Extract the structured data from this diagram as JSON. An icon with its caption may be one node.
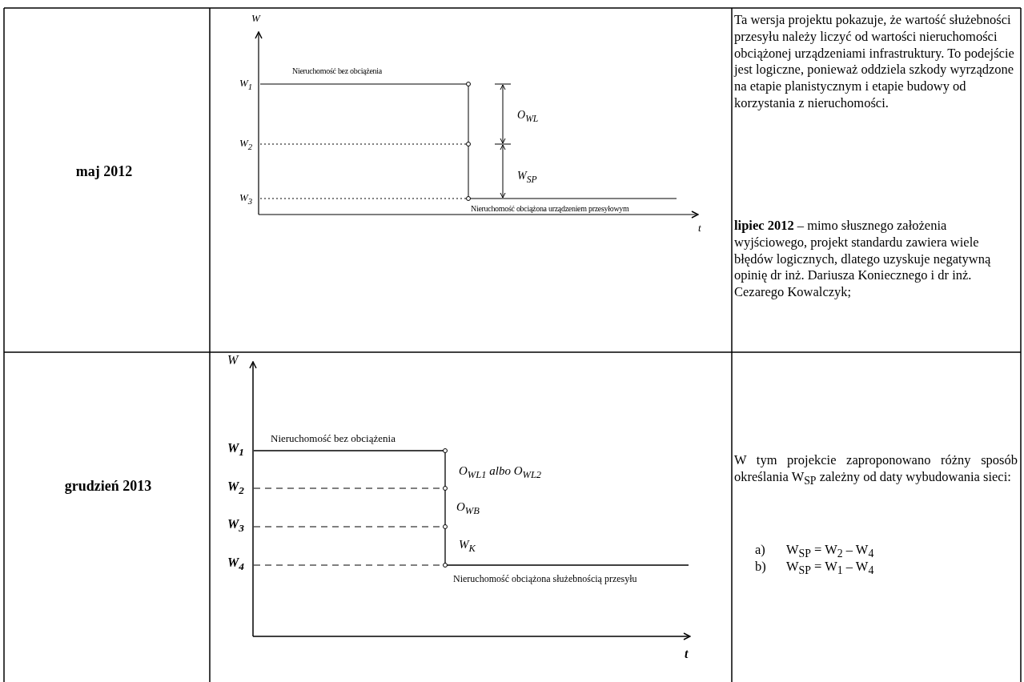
{
  "diagram": {
    "labels": [
      "maj 2012",
      "W",
      "Nieruchomość bez obciążenia",
      "W$_{1}$",
      "O$_{WL}$",
      "W$_{2}$",
      "W$_{SP}$",
      "W$_{3}$",
      "Nieruchomość obciążona urządzeniem przesyłowym",
      "t",
      "Ta wersja projektu pokazuje, że wartość służebności przesyłu należy liczyć od wartości nieruchomości obciążonej urządzeniami infrastruktury. To podejście jest logiczne, ponieważ oddziela szkody wyrządzone na etapie planistycznym i etapie budowy od korzystania z nieruchomości.",
      "**lipiec 2012** – mimo słusznego założenia wyjściowego, projekt standardu zawiera wiele błędów logicznych, dlatego uzyskuje negatywną opinię dr inż. Dariusza Koniecznego i dr inż. Cezarego Kowalczyk;",
      "grudzień 2013",
      "W",
      "Nieruchomość bez obciążenia",
      "W$_{1}$",
      "O$_{WL1}$ albo O$_{WL2}$",
      "W$_{2}$",
      "O$_{WB}$",
      "W$_{3}$",
      "W$_{K}$",
      "W$_{4}$",
      "Nieruchomość obciążona służebnością przesyłu",
      "t",
      "W tym projekcie zaproponowano różny sposób określania W$_{SP}$ zależny od daty wybudowania sieci:",
      "a)",
      "W$_{SP}$ = W$_{2}$ – W$_{4}$",
      "b)",
      "W$_{SP}$ = W$_{1}$ – W$_{4}$"
    ]
  }
}
